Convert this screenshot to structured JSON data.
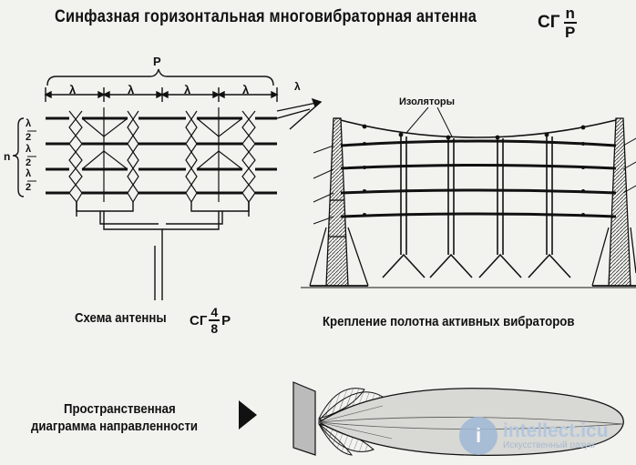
{
  "title": "Синфазная горизонтальная многовибраторная антенна",
  "title_formula": {
    "prefix": "СГ",
    "num": "n",
    "den": "P"
  },
  "scheme": {
    "p_label": "P",
    "lambda": "λ",
    "n_label": "n",
    "half_wave_num": "λ",
    "half_wave_den": "2",
    "caption_text": "Схема антенны",
    "caption_formula": {
      "prefix": "СГ",
      "num": "4",
      "den": "8",
      "suffix": "P"
    }
  },
  "mounting": {
    "insulators_label": "Изоляторы",
    "caption": "Крепление полотна активных вибраторов"
  },
  "pattern": {
    "caption_line1": "Пространственная",
    "caption_line2": "диаграмма направленности"
  },
  "watermark": {
    "logo_letter": "i",
    "main": "intellect.icu",
    "sub": "Искусственный разум"
  }
}
